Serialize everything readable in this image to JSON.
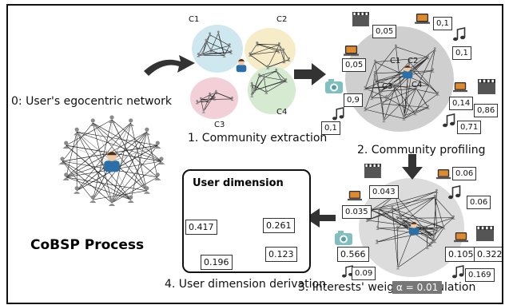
{
  "steps": {
    "s0": "0: User's egocentric network",
    "s1": "1. Community extraction",
    "s2": "2. Community profiling",
    "s3": "3. Interests' weights  calculation",
    "s4": "4. User dimension derivation"
  },
  "title": "CoBSP Process",
  "user_dimension": {
    "title": "User dimension",
    "values": [
      "0.417",
      "0.261",
      "0.196",
      "0.123"
    ]
  },
  "communities": [
    "C1",
    "C2",
    "C3",
    "C4"
  ],
  "profiling_values": [
    "0,05",
    "0,1",
    "0,05",
    "0,1",
    "0,9",
    "0,14",
    "0,86",
    "0,1",
    "0,71"
  ],
  "weights_values": [
    "0.043",
    "0.06",
    "0.035",
    "0.06",
    "0.566",
    "0.105",
    "0.322",
    "0.09",
    "0.169"
  ],
  "alpha": "α = 0.01",
  "colors": {
    "c1": "#cfe8ef",
    "c2": "#f7ecc8",
    "c3": "#f3cfd8",
    "c4": "#d5ead0",
    "gray_blob": "#cfcfcf",
    "node": "#8a8a8a",
    "edge": "#222222",
    "camera": "#7fbfbf"
  },
  "icons": [
    "user-icon",
    "camera-icon",
    "film-icon",
    "laptop-icon",
    "music-icon",
    "arrow-icon"
  ]
}
